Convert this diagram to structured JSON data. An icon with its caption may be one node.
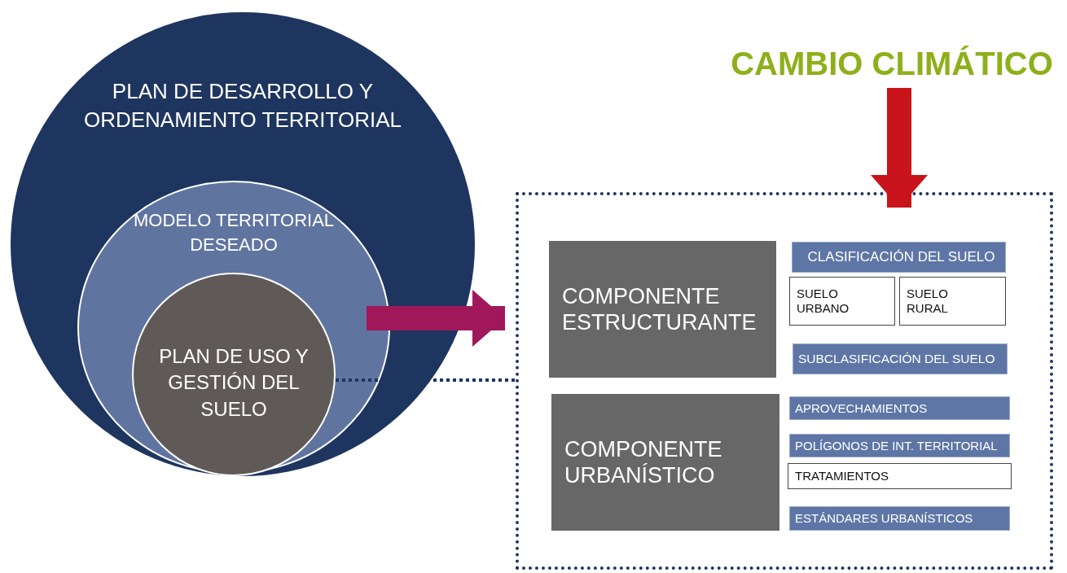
{
  "diagram": {
    "nodes": [
      {
        "text": [
          "PLAN DE DESARROLLO Y ORDENAMIENTO TERRITORIAL"
        ]
      },
      {
        "text": [
          "MODELO TERRITORIAL DESEADO"
        ],
        "in": 0
      },
      {
        "text": [
          "PLAN DE USO Y GESTIÓN DEL SUELO"
        ],
        "in": 1
      },
      {
        "text": [
          "CAMBIO CLIMÁTICO"
        ]
      },
      {
        "text": [],
        "shape": "box"
      },
      {
        "text": [
          "COMPONENTE ESTRUCTURANTE"
        ],
        "in": 4
      },
      {
        "text": [
          "CLASIFICACIÓN DEL SUELO"
        ],
        "in": 4
      },
      {
        "text": [
          "SUELO URBANO"
        ],
        "in": 4
      },
      {
        "text": [
          "SUELO RURAL"
        ],
        "in": 4
      },
      {
        "text": [
          "SUBCLASIFICACIÓN DEL SUELO"
        ],
        "in": 4
      },
      {
        "text": [
          "COMPONENTE URBANÍSTICO"
        ],
        "in": 4
      },
      {
        "text": [
          "APROVECHAMIENTOS"
        ],
        "in": 4
      },
      {
        "text": [
          "POLÍGONOS DE INT. TERRITORIAL"
        ],
        "in": 4
      },
      {
        "text": [
          "TRATAMIENTOS"
        ],
        "in": 4
      },
      {
        "text": [
          "ESTÁNDARES URBANÍSTICOS"
        ],
        "in": 4
      }
    ],
    "edges": [
      {
        "from": 3,
        "to": 6,
        "arrow": "to",
        "color": "#c8141a"
      },
      {
        "from": 1,
        "to": 4,
        "arrow": "to",
        "color": "#a0185a"
      },
      {
        "from": 2,
        "to": 4,
        "arrow": "none",
        "style": "dashed",
        "color": "#1e3560"
      }
    ]
  }
}
